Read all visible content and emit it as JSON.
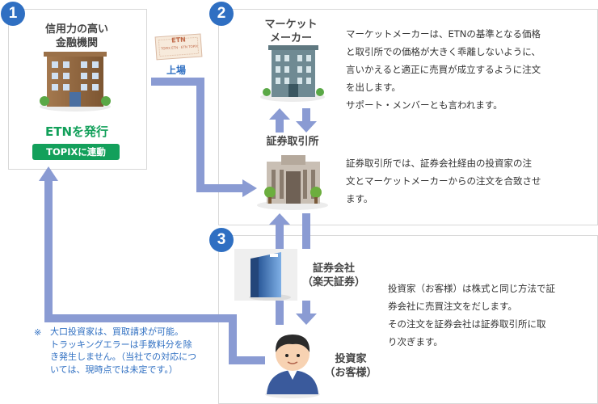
{
  "issuer": {
    "badge": "1",
    "name_line1": "信用力の高い",
    "name_line2": "金融機関",
    "action": "ETNを発行",
    "tag": "TOPIXに連動"
  },
  "ticket": {
    "line1": "ETN",
    "line2": "TOPIX ETN · ETN TOPIX"
  },
  "listing_label": "上場",
  "market_maker": {
    "badge": "2",
    "name_line1": "マーケット",
    "name_line2": "メーカー",
    "desc": [
      "マーケットメーカーは、ETNの基準となる価格",
      "と取引所での価格が大きく乖離しないように、",
      "言いかえると適正に売買が成立するように注文",
      "を出します。",
      "サポート・メンバーとも言われます。"
    ]
  },
  "exchange": {
    "name": "証券取引所",
    "desc": [
      "証券取引所では、証券会社経由の投資家の注",
      "文とマーケットメーカーからの注文を合致させ",
      "ます。"
    ]
  },
  "broker": {
    "badge": "3",
    "name_line1": "証券会社",
    "name_line2": "（楽天証券）",
    "desc": [
      "投資家（お客様）は株式と同じ方法で証",
      "券会社に売買注文をだします。",
      "その注文を証券会社は証券取引所に取",
      "り次ぎます。"
    ]
  },
  "investor": {
    "name_line1": "投資家",
    "name_line2": "（お客様）"
  },
  "note": {
    "mark": "※",
    "lines": [
      "大口投資家は、買取請求が可能。",
      "トラッキングエラーは手数料分を除",
      "き発生しません。（当社での対応につ",
      "いては、現時点では未定です。）"
    ]
  },
  "colors": {
    "arrow": "#8a9bd3",
    "badge": "#2f6fc2",
    "accent_green": "#13a05b"
  }
}
